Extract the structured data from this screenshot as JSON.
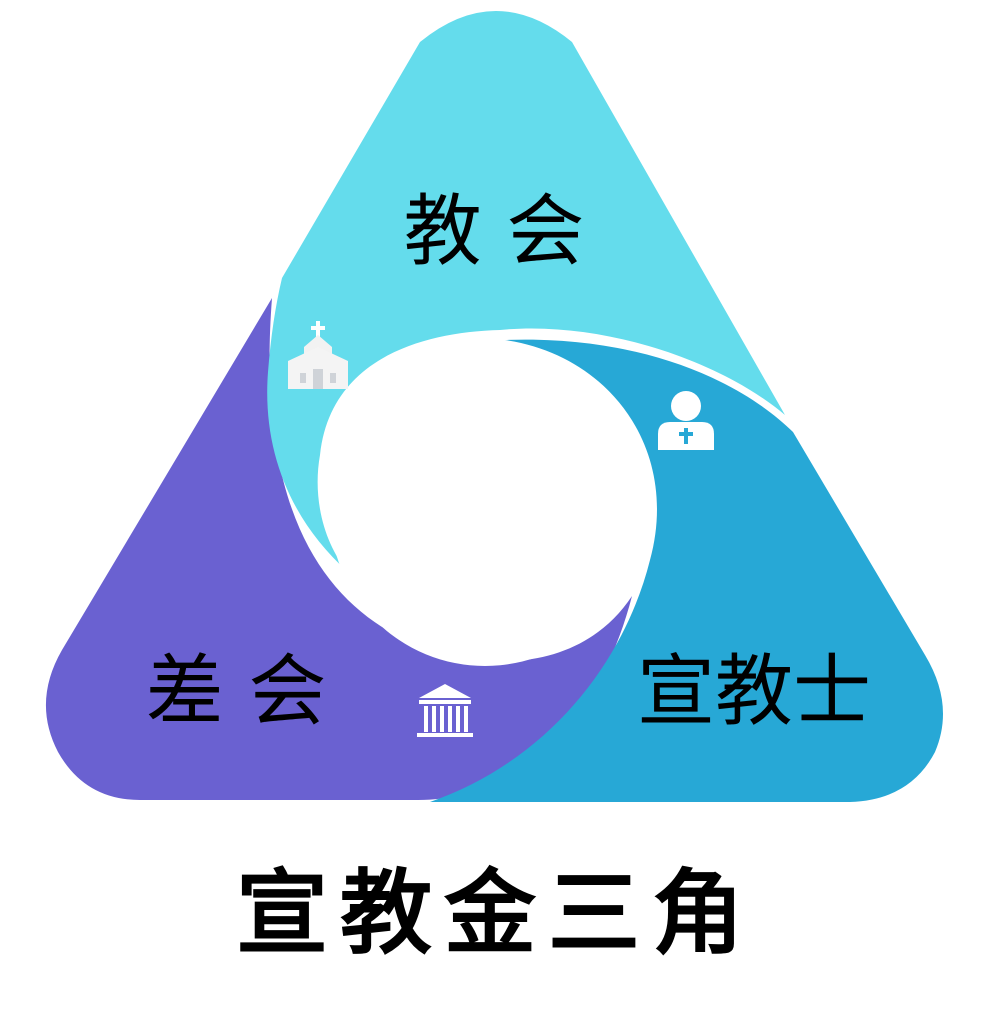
{
  "title": "宣教金三角",
  "segments": [
    {
      "id": "church",
      "label": "教 会",
      "icon": "church-icon",
      "color": "#64DCEC"
    },
    {
      "id": "missionary",
      "label": "宣教士",
      "icon": "missionary-person-icon",
      "color": "#27A8D6"
    },
    {
      "id": "agency",
      "label": "差 会",
      "icon": "bank-building-icon",
      "color": "#6A61D1"
    }
  ]
}
